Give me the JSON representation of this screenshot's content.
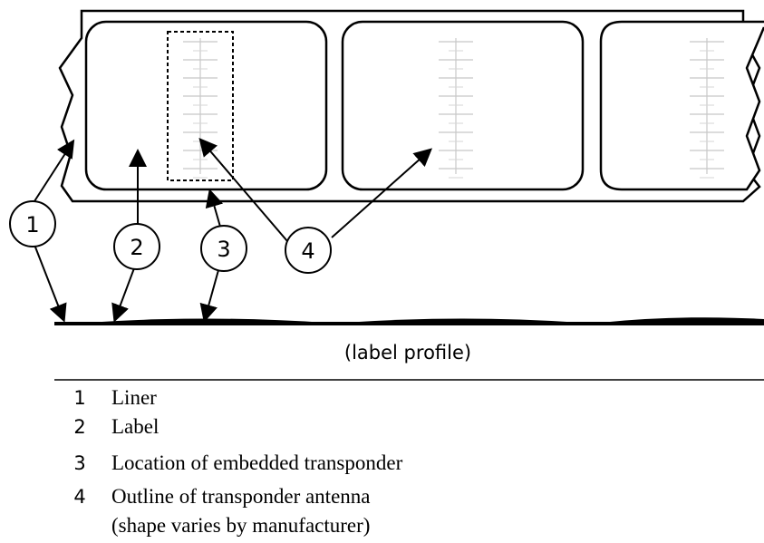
{
  "caption": "(label profile)",
  "callouts": [
    "1",
    "2",
    "3",
    "4"
  ],
  "legend": [
    {
      "num": "1",
      "text": "Liner"
    },
    {
      "num": "2",
      "text": "Label"
    },
    {
      "num": "3",
      "text": "Location of embedded transponder"
    },
    {
      "num": "4",
      "text": "Outline of transponder antenna",
      "text2": "(shape varies by manufacturer)"
    }
  ]
}
